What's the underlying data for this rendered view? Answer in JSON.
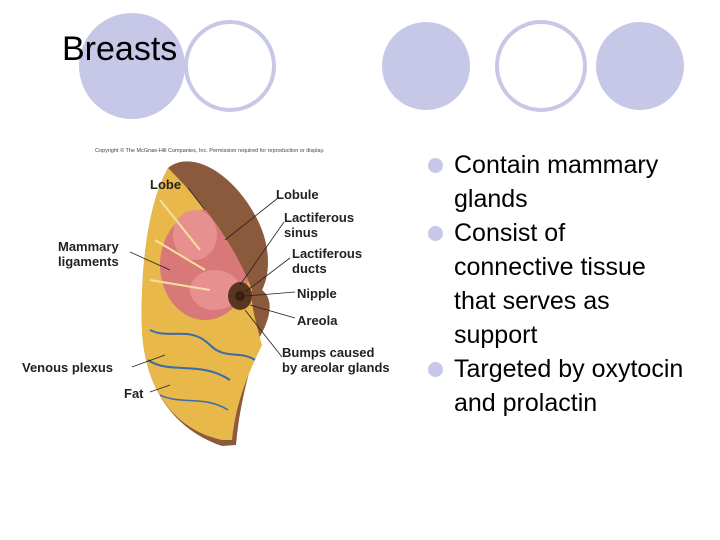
{
  "slide": {
    "title": "Breasts",
    "bullets": [
      "Contain mammary\nglands",
      "Consist of\nconnective tissue\nthat serves as\nsupport",
      "Targeted by oxytocin\nand prolactin"
    ]
  },
  "figure": {
    "copyright": "Copyright © The McGraw-Hill Companies, Inc. Permission required for reproduction or display.",
    "labels": {
      "lobe": "Lobe",
      "lobule": "Lobule",
      "mammary_ligaments": "Mammary\nligaments",
      "lactiferous_sinus": "Lactiferous\nsinus",
      "lactiferous_ducts": "Lactiferous\nducts",
      "nipple": "Nipple",
      "areola": "Areola",
      "bumps": "Bumps caused\nby areolar glands",
      "venous_plexus": "Venous plexus",
      "fat": "Fat"
    }
  },
  "colors": {
    "circle": "#c7c8e8",
    "skin": "#8b5a3c",
    "fat": "#e8b84a",
    "gland": "#d87878"
  }
}
